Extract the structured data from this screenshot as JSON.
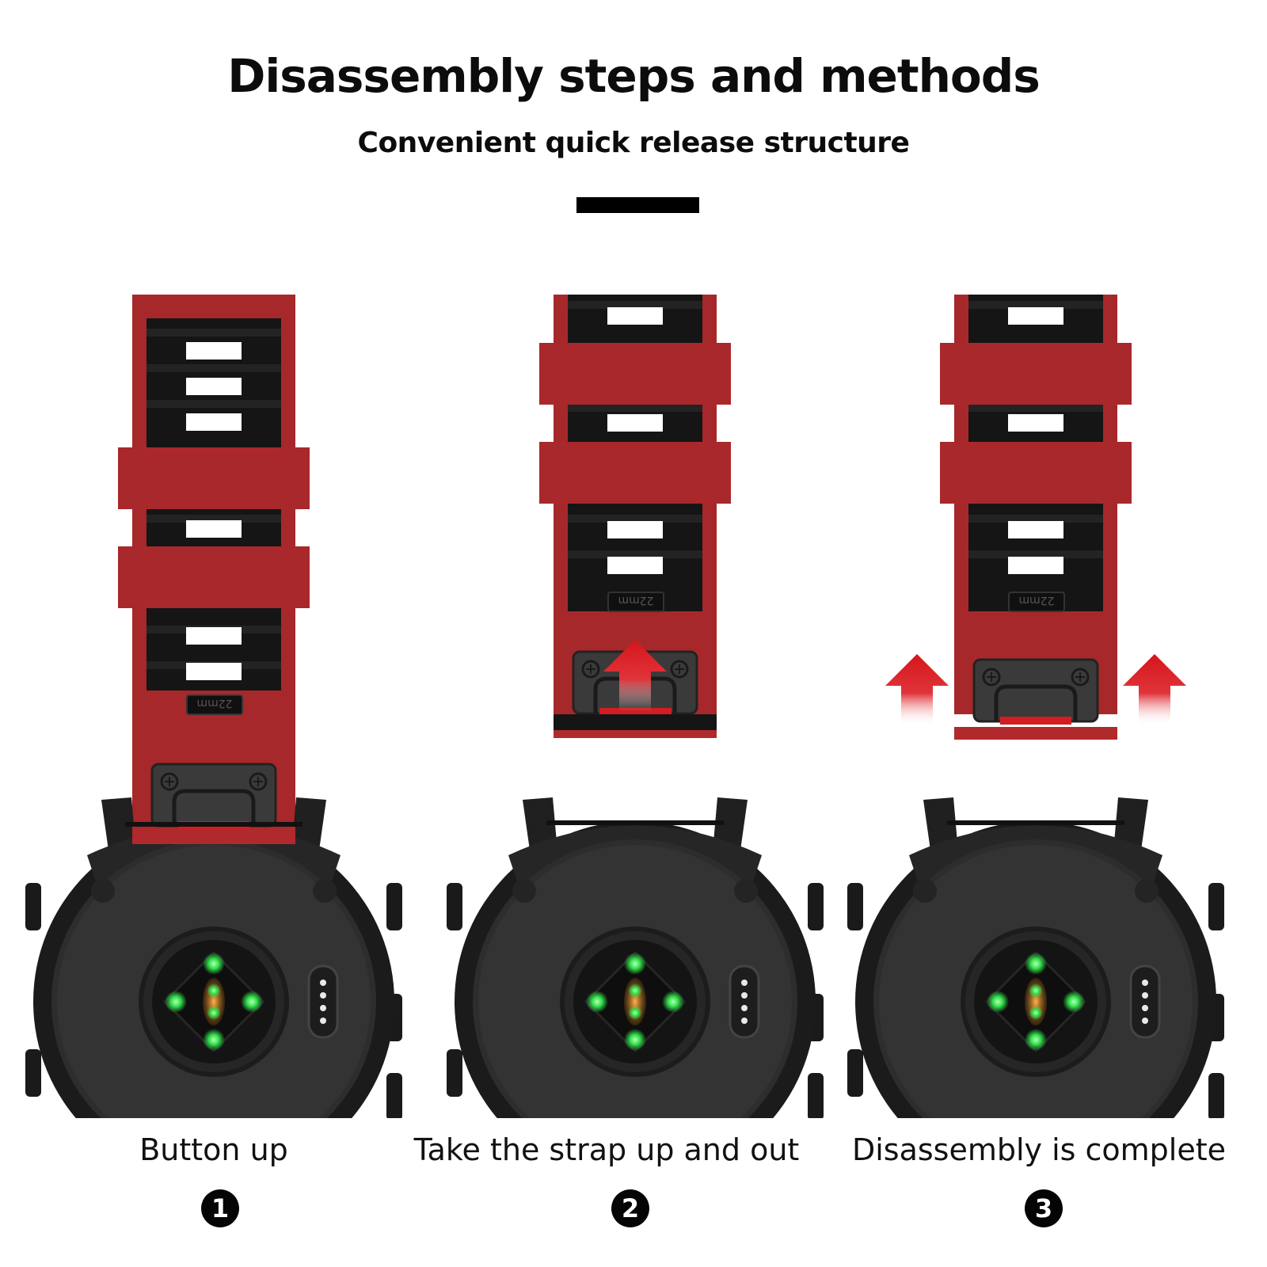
{
  "header": {
    "title": "Disassembly steps and methods",
    "subtitle": "Convenient quick release structure"
  },
  "strap_marking": "22mm",
  "steps": [
    {
      "number": "1",
      "caption": "Button up"
    },
    {
      "number": "2",
      "caption": "Take the strap up and out"
    },
    {
      "number": "3",
      "caption": "Disassembly is complete"
    }
  ],
  "colors": {
    "strap_red": "#b02a2c",
    "strap_black": "#151515",
    "watch_body": "#2b2b2b",
    "sensor_green": "#31e04a",
    "arrow_red": "#d4161b"
  }
}
